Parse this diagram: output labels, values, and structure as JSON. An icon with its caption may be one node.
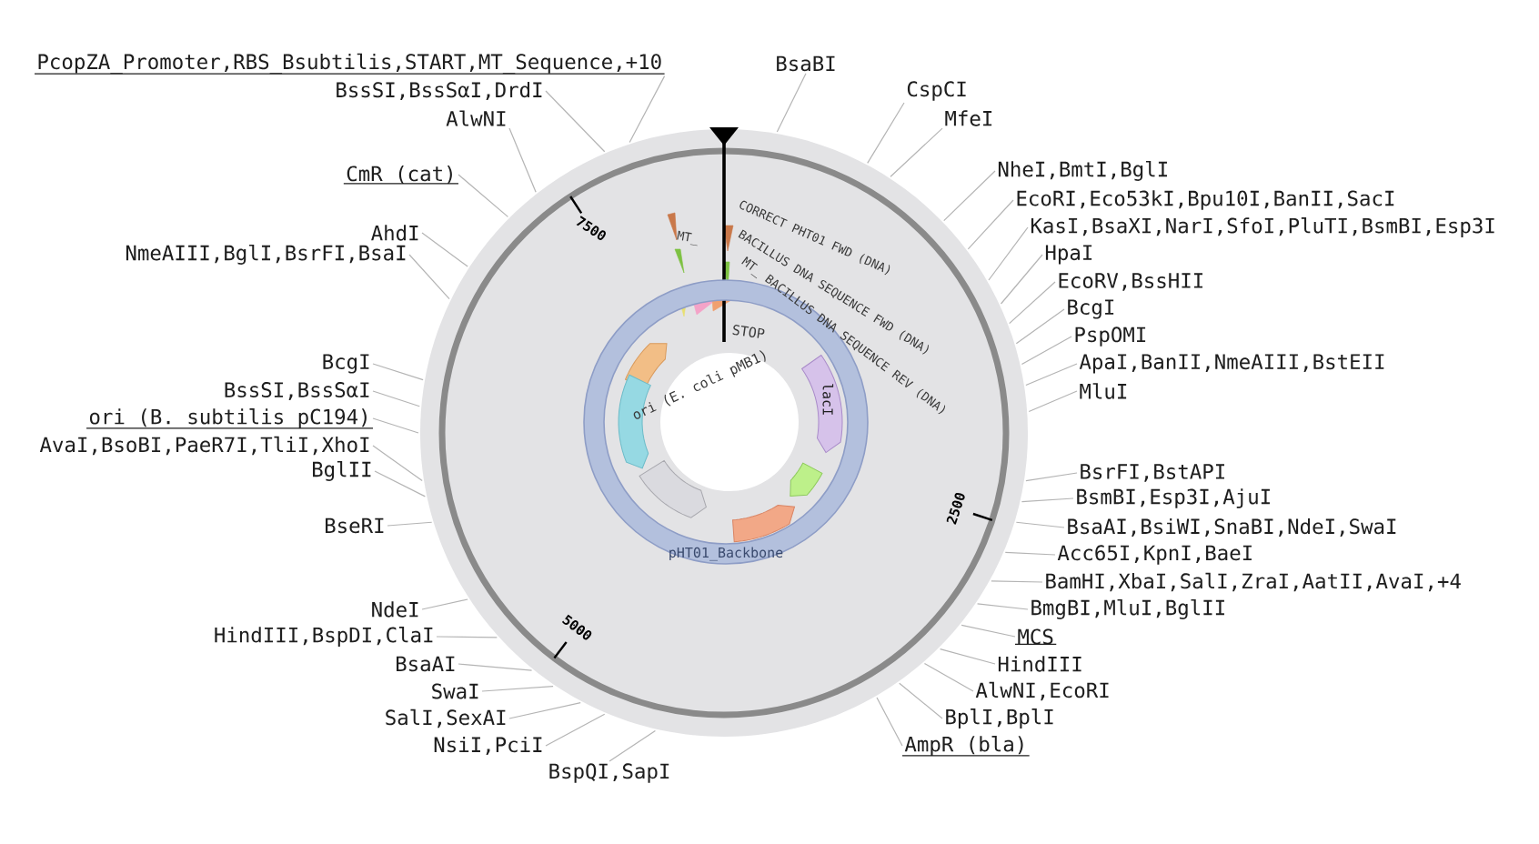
{
  "diagram": {
    "nodes": [
      {
        "text": [
          "PcopZA_Promoter,RBS_Bsubtilis,START,MT_Sequence,+10"
        ]
      },
      {
        "text": [
          "BssSI,BssSαI,DrdI"
        ]
      },
      {
        "text": [
          "AlwNI"
        ]
      },
      {
        "text": [
          "CmR (cat)"
        ]
      },
      {
        "text": [
          "AhdI"
        ]
      },
      {
        "text": [
          "NmeAIII,BglI,BsrFI,BsaI"
        ]
      },
      {
        "text": [
          "BcgI"
        ]
      },
      {
        "text": [
          "BssSI,BssSαI"
        ]
      },
      {
        "text": [
          "ori (B. subtilis pC194)"
        ]
      },
      {
        "text": [
          "AvaI,BsoBI,PaeR7I,TliI,XhoI"
        ]
      },
      {
        "text": [
          "BglII"
        ]
      },
      {
        "text": [
          "BseRI"
        ]
      },
      {
        "text": [
          "NdeI"
        ]
      },
      {
        "text": [
          "HindIII,BspDI,ClaI"
        ]
      },
      {
        "text": [
          "BsaAI"
        ]
      },
      {
        "text": [
          "SwaI"
        ]
      },
      {
        "text": [
          "SalI,SexAI"
        ]
      },
      {
        "text": [
          "NsiI,PciI"
        ]
      },
      {
        "text": [
          "BspQI,SapI"
        ]
      },
      {
        "text": [
          "BsaBI"
        ]
      },
      {
        "text": [
          "CspCI"
        ]
      },
      {
        "text": [
          "MfeI"
        ]
      },
      {
        "text": [
          "NheI,BmtI,BglI"
        ]
      },
      {
        "text": [
          "EcoRI,Eco53kI,Bpu10I,BanII,SacI"
        ]
      },
      {
        "text": [
          "KasI,BsaXI,NarI,SfoI,PluTI,BsmBI,Esp3I"
        ]
      },
      {
        "text": [
          "HpaI"
        ]
      },
      {
        "text": [
          "EcoRV,BssHII"
        ]
      },
      {
        "text": [
          "BcgI"
        ]
      },
      {
        "text": [
          "PspOMI"
        ]
      },
      {
        "text": [
          "ApaI,BanII,NmeAIII,BstEII"
        ]
      },
      {
        "text": [
          "MluI"
        ]
      },
      {
        "text": [
          "BsrFI,BstAPI"
        ]
      },
      {
        "text": [
          "BsmBI,Esp3I,AjuI"
        ]
      },
      {
        "text": [
          "BsaAI,BsiWI,SnaBI,NdeI,SwaI"
        ]
      },
      {
        "text": [
          "Acc65I,KpnI,BaeI"
        ]
      },
      {
        "text": [
          "BamHI,XbaI,SalI,ZraI,AatII,AvaI,+4"
        ]
      },
      {
        "text": [
          "BmgBI,MluI,BglII"
        ]
      },
      {
        "text": [
          "MCS"
        ]
      },
      {
        "text": [
          "HindIII"
        ]
      },
      {
        "text": [
          "AlwNI,EcoRI"
        ]
      },
      {
        "text": [
          "BplI,BplI"
        ]
      },
      {
        "text": [
          "AmpR (bla)"
        ]
      },
      {
        "text": [
          "pHT01_Backbone"
        ]
      },
      {
        "text": [
          "lacI"
        ],
        "in": 42
      }
    ],
    "edges": [
      {
        "from": 0,
        "to": null,
        "arrow": "none"
      },
      {
        "from": 1,
        "to": null,
        "arrow": "none"
      },
      {
        "from": 2,
        "to": null,
        "arrow": "none"
      },
      {
        "from": 3,
        "to": null,
        "arrow": "none"
      },
      {
        "from": 4,
        "to": null,
        "arrow": "none"
      },
      {
        "from": 5,
        "to": null,
        "arrow": "none"
      },
      {
        "from": 6,
        "to": null,
        "arrow": "none"
      },
      {
        "from": 7,
        "to": null,
        "arrow": "none"
      },
      {
        "from": 8,
        "to": null,
        "arrow": "none"
      },
      {
        "from": 9,
        "to": null,
        "arrow": "none"
      },
      {
        "from": 10,
        "to": null,
        "arrow": "none"
      },
      {
        "from": 11,
        "to": null,
        "arrow": "none"
      },
      {
        "from": 12,
        "to": null,
        "arrow": "none"
      },
      {
        "from": 13,
        "to": null,
        "arrow": "none"
      },
      {
        "from": 14,
        "to": null,
        "arrow": "none"
      },
      {
        "from": 15,
        "to": null,
        "arrow": "none"
      },
      {
        "from": 16,
        "to": null,
        "arrow": "none"
      },
      {
        "from": 17,
        "to": null,
        "arrow": "none"
      },
      {
        "from": 18,
        "to": null,
        "arrow": "none"
      },
      {
        "from": 19,
        "to": null,
        "arrow": "none"
      },
      {
        "from": 20,
        "to": null,
        "arrow": "none"
      },
      {
        "from": 21,
        "to": null,
        "arrow": "none"
      },
      {
        "from": 22,
        "to": null,
        "arrow": "none"
      },
      {
        "from": 23,
        "to": null,
        "arrow": "none"
      },
      {
        "from": 24,
        "to": null,
        "arrow": "none"
      },
      {
        "from": 25,
        "to": null,
        "arrow": "none"
      },
      {
        "from": 26,
        "to": null,
        "arrow": "none"
      },
      {
        "from": 27,
        "to": null,
        "arrow": "none"
      },
      {
        "from": 28,
        "to": null,
        "arrow": "none"
      },
      {
        "from": 29,
        "to": null,
        "arrow": "none"
      },
      {
        "from": 30,
        "to": null,
        "arrow": "none"
      },
      {
        "from": 31,
        "to": null,
        "arrow": "none"
      },
      {
        "from": 32,
        "to": null,
        "arrow": "none"
      },
      {
        "from": 33,
        "to": null,
        "arrow": "none"
      },
      {
        "from": 34,
        "to": null,
        "arrow": "none"
      },
      {
        "from": 35,
        "to": null,
        "arrow": "none"
      },
      {
        "from": 36,
        "to": null,
        "arrow": "none"
      },
      {
        "from": 37,
        "to": null,
        "arrow": "none"
      },
      {
        "from": 38,
        "to": null,
        "arrow": "none"
      },
      {
        "from": 39,
        "to": null,
        "arrow": "none"
      },
      {
        "from": 40,
        "to": null,
        "arrow": "none"
      },
      {
        "from": 41,
        "to": null,
        "arrow": "none"
      }
    ],
    "labels": [
      "7500",
      "CORRECT PHT01 FWD (DNA)",
      "MT_",
      "BACILLUS DNA SEQUENCE FWD (DNA)",
      "MT_ BACILLUS DNA SEQUENCE REV (DNA)",
      "STOP",
      "ori (E. coli pMB1)",
      "2500",
      "5000"
    ]
  }
}
